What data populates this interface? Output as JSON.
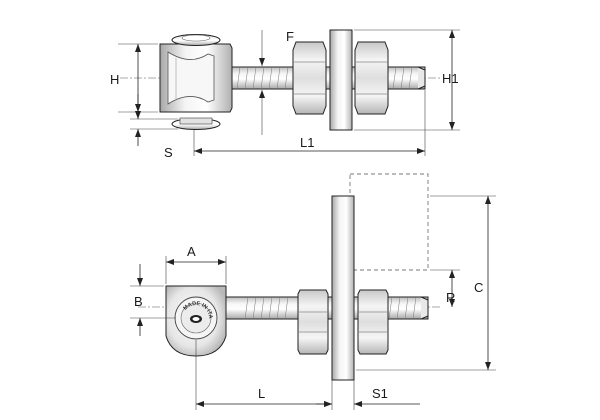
{
  "dimension_labels": {
    "F": "F",
    "H": "H",
    "H1": "H1",
    "S": "S",
    "L1": "L1",
    "A": "A",
    "B": "B",
    "R": "R",
    "C": "C",
    "L": "L",
    "S1": "S1"
  },
  "stamp_text": "MADE IN ITALY",
  "colors": {
    "metal_light": "#f2f2f2",
    "metal_mid": "#cfcfcf",
    "metal_dark": "#9a9a9a",
    "line": "#222222"
  }
}
